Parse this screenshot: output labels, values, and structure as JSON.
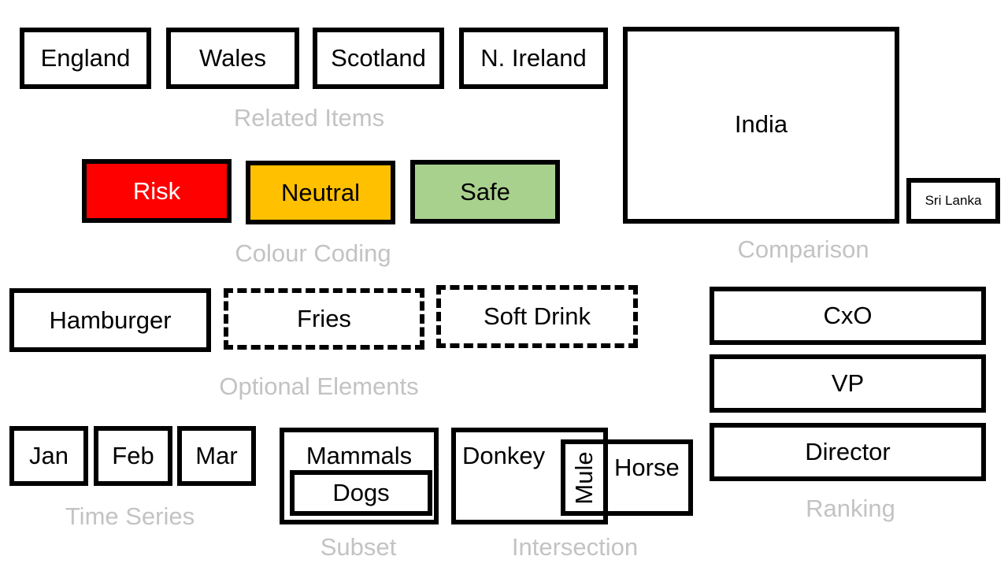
{
  "related_items": {
    "boxes": [
      "England",
      "Wales",
      "Scotland",
      "N. Ireland"
    ],
    "caption": "Related Items"
  },
  "colour_coding": {
    "boxes": [
      {
        "label": "Risk",
        "color": "#ff0000"
      },
      {
        "label": "Neutral",
        "color": "#ffc000"
      },
      {
        "label": "Safe",
        "color": "#a9d18e"
      }
    ],
    "caption": "Colour Coding"
  },
  "comparison": {
    "large": "India",
    "small": "Sri Lanka",
    "caption": "Comparison"
  },
  "optional_elements": {
    "required": "Hamburger",
    "optional": [
      "Fries",
      "Soft Drink"
    ],
    "caption": "Optional Elements"
  },
  "ranking": {
    "levels": [
      "CxO",
      "VP",
      "Director"
    ],
    "caption": "Ranking"
  },
  "time_series": {
    "boxes": [
      "Jan",
      "Feb",
      "Mar"
    ],
    "caption": "Time Series"
  },
  "subset": {
    "outer": "Mammals",
    "inner": "Dogs",
    "caption": "Subset"
  },
  "intersection": {
    "left": "Donkey",
    "overlap": "Mule",
    "right": "Horse",
    "caption": "Intersection"
  }
}
